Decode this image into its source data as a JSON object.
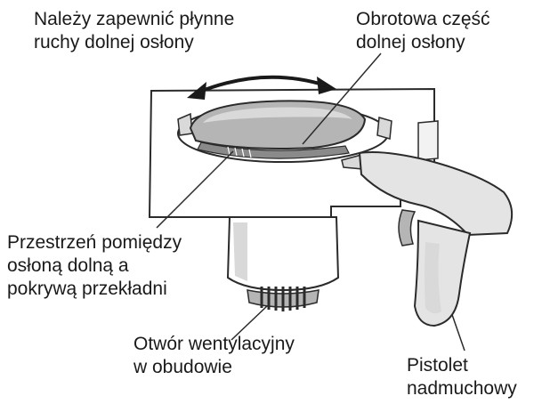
{
  "labels": {
    "smooth_motion": [
      "Należy zapewnić płynne",
      "ruchy dolnej osłony"
    ],
    "rotating_part": [
      "Obrotowa część",
      "dolnej osłony"
    ],
    "gap": [
      "Przestrzeń pomiędzy",
      "osłoną dolną a",
      "pokrywą przekładni"
    ],
    "vent": [
      "Otwór wentylacyjny",
      "w obudowie"
    ],
    "blower": [
      "Pistolet",
      "nadmuchowy"
    ]
  },
  "colors": {
    "ink": "#1a1a1a",
    "line": "#2b2b2b",
    "shade_light": "#d9d9d9",
    "shade_mid": "#b5b5b5",
    "shade_dark": "#8a8a8a",
    "gun_fill": "#e4e4e4"
  },
  "icons": [
    "double-arrow-icon",
    "air-blower-gun-icon"
  ]
}
